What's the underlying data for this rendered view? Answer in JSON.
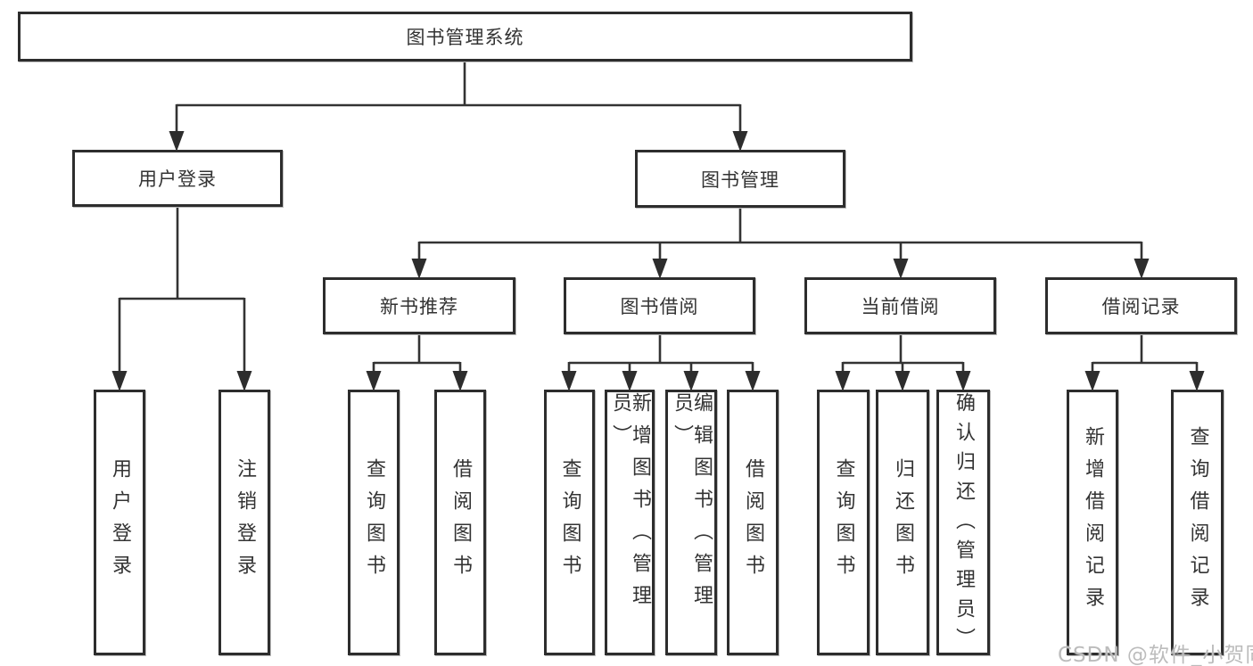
{
  "diagram": {
    "title": "图书管理系统",
    "level2": {
      "left": "用户登录",
      "right": "图书管理"
    },
    "level3": {
      "b1": "新书推荐",
      "b2": "图书借阅",
      "b3": "当前借阅",
      "b4": "借阅记录"
    },
    "leaves": {
      "g1": [
        "用户登录",
        "注销登录"
      ],
      "g2": [
        "查询图书",
        "借阅图书"
      ],
      "g3": [
        "查询图书",
        "新增图书（管理员）",
        "编辑图书（管理员）",
        "借阅图书"
      ],
      "g4": [
        "查询图书",
        "归还图书",
        "确认归还（管理员）"
      ],
      "g5": [
        "新增借阅记录",
        "查询借阅记录"
      ]
    }
  },
  "watermark": "CSDN @软件_小贺同学",
  "colors": {
    "line": "#333333",
    "arrow_fill": "#2d2d2d",
    "box_border": "#2d2d2d",
    "text": "#333333",
    "watermark_text": "#bcbcbc",
    "background": "#ffffff"
  }
}
